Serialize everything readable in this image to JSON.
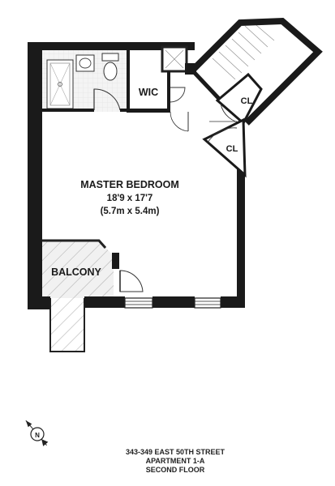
{
  "rooms": {
    "master": {
      "name": "MASTER BEDROOM",
      "dim_imperial": "18'9 x 17'7",
      "dim_metric": "(5.7m x 5.4m)"
    },
    "balcony": {
      "name": "BALCONY"
    },
    "wic": {
      "name": "WIC"
    },
    "closet1": {
      "name": "CL"
    },
    "closet2": {
      "name": "CL"
    }
  },
  "compass": {
    "label": "N"
  },
  "address": {
    "line1": "343-349 EAST 50TH STREET",
    "line2": "APARTMENT 1-A",
    "line3": "SECOND FLOOR"
  }
}
